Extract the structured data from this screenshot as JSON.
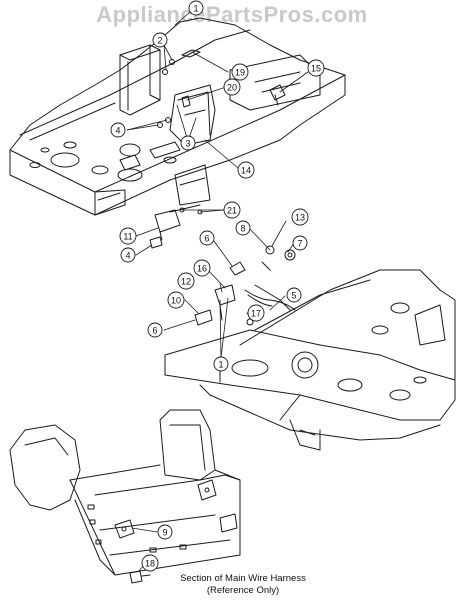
{
  "watermark": "AppliancePartsPros.com",
  "note": {
    "line1": "Section of Main Wire Harness",
    "line2": "(Reference Only)"
  },
  "callouts": [
    {
      "id": "c1-top",
      "label": "1"
    },
    {
      "id": "c2",
      "label": "2"
    },
    {
      "id": "c19",
      "label": "19"
    },
    {
      "id": "c20",
      "label": "20"
    },
    {
      "id": "c15",
      "label": "15"
    },
    {
      "id": "c4-top",
      "label": "4"
    },
    {
      "id": "c3",
      "label": "3"
    },
    {
      "id": "c14",
      "label": "14"
    },
    {
      "id": "c21",
      "label": "21"
    },
    {
      "id": "c11",
      "label": "11"
    },
    {
      "id": "c4-mid",
      "label": "4"
    },
    {
      "id": "c13",
      "label": "13"
    },
    {
      "id": "c8",
      "label": "8"
    },
    {
      "id": "c7",
      "label": "7"
    },
    {
      "id": "c6-upper",
      "label": "6"
    },
    {
      "id": "c16",
      "label": "16"
    },
    {
      "id": "c12",
      "label": "12"
    },
    {
      "id": "c5",
      "label": "5"
    },
    {
      "id": "c10",
      "label": "10"
    },
    {
      "id": "c17",
      "label": "17"
    },
    {
      "id": "c6-lower",
      "label": "6"
    },
    {
      "id": "c1-mid",
      "label": "1"
    },
    {
      "id": "c9",
      "label": "9"
    },
    {
      "id": "c18",
      "label": "18"
    }
  ]
}
